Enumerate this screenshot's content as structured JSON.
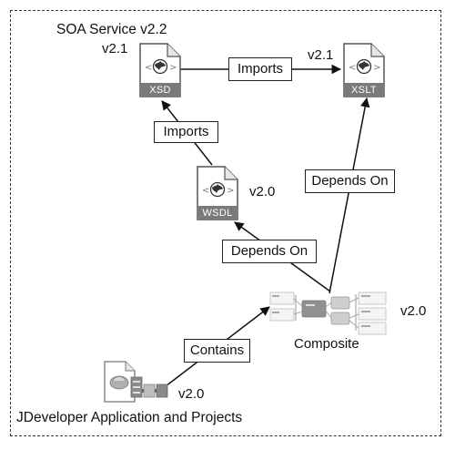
{
  "title": "SOA Service v2.2",
  "nodes": {
    "xsd": {
      "tag": "XSD",
      "version": "v2.1",
      "icon": "globe-document-icon"
    },
    "xslt": {
      "tag": "XSLT",
      "version": "v2.1",
      "icon": "globe-document-icon"
    },
    "wsdl": {
      "tag": "WSDL",
      "version": "v2.0",
      "icon": "globe-document-icon"
    },
    "composite": {
      "label": "Composite",
      "version": "v2.0",
      "icon": "composite-diagram-icon"
    },
    "jdev": {
      "label": "JDeveloper Application and Projects",
      "version": "v2.0",
      "icon": "jdeveloper-application-icon"
    }
  },
  "edges": {
    "xsd_xslt": "Imports",
    "wsdl_xsd": "Imports",
    "composite_xslt": "Depends On",
    "composite_wsdl": "Depends On",
    "jdev_composite": "Contains"
  },
  "colors": {
    "line": "#111111",
    "tag_fill": "#7a7a7a",
    "doc_fill": "#ffffff",
    "doc_stroke": "#666666"
  }
}
